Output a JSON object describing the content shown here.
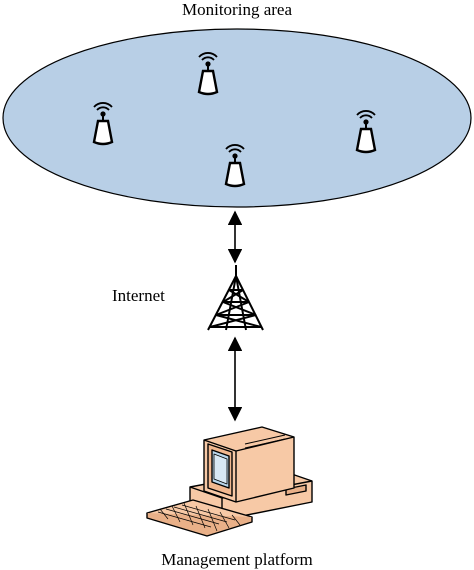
{
  "diagram": {
    "monitoring_area_label": "Monitoring area",
    "internet_label": "Internet",
    "platform_label": "Management platform"
  },
  "colors": {
    "area_fill": "#b8cfe6",
    "outline": "#000000",
    "computer_body": "#f7c9a6",
    "screen": "#b9d5ea"
  },
  "icons": [
    "sensor-node-icon",
    "radio-tower-icon",
    "desktop-computer-icon",
    "double-arrow-icon"
  ]
}
